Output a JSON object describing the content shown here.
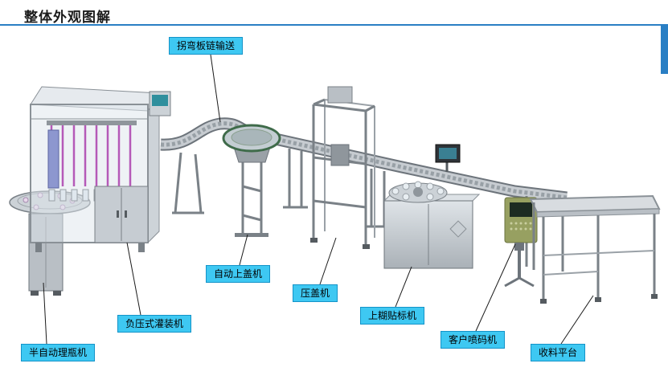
{
  "page": {
    "title": "整体外观图解"
  },
  "callouts": [
    {
      "id": "curve-conveyor",
      "label": "拐弯板链输送"
    },
    {
      "id": "auto-capper",
      "label": "自动上盖机"
    },
    {
      "id": "cap-press",
      "label": "压盖机"
    },
    {
      "id": "labeling-machine",
      "label": "上糊贴标机"
    },
    {
      "id": "inkjet-coder",
      "label": "客户喷码机"
    },
    {
      "id": "collect-platform",
      "label": "收料平台"
    },
    {
      "id": "vacuum-filler",
      "label": "负压式灌装机"
    },
    {
      "id": "bottle-unscrambler",
      "label": "半自动理瓶机"
    }
  ],
  "colors": {
    "callout_bg": "#3ec8f2",
    "callout_border": "#1493c8",
    "title_rule": "#2a7fc4",
    "machine_gray": "#c7ccd1",
    "machine_dark": "#7a8187",
    "nozzle_magenta": "#b55ab8",
    "bowl_green": "#3f6b4a",
    "printer_olive": "#97a061"
  }
}
